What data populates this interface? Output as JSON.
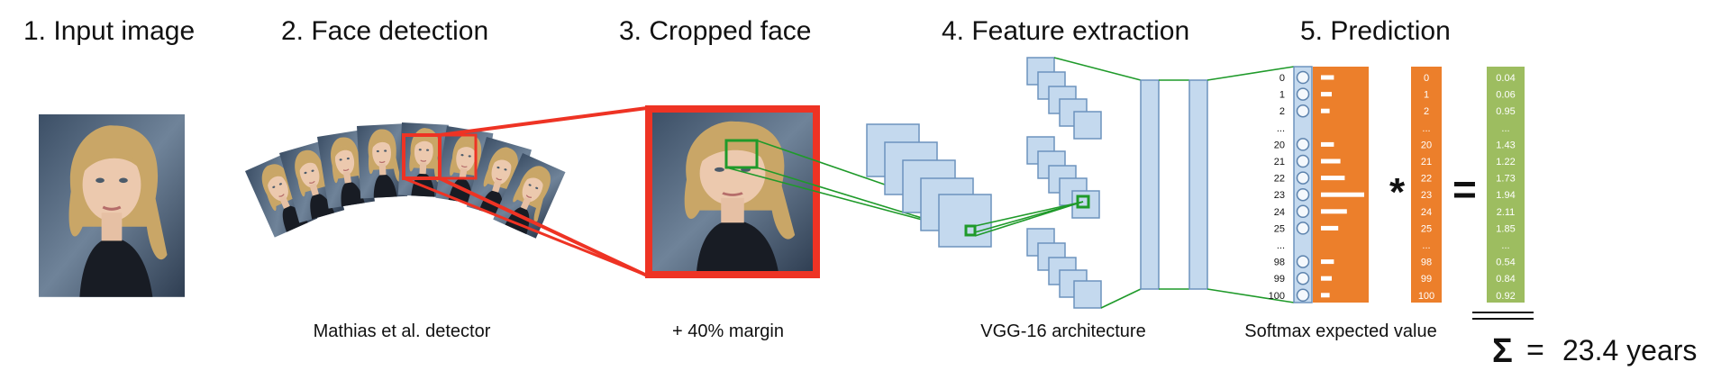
{
  "steps": [
    {
      "title": "1. Input image",
      "caption": ""
    },
    {
      "title": "2. Face detection",
      "caption": "Mathias et al. detector"
    },
    {
      "title": "3. Cropped face",
      "caption": "+ 40% margin"
    },
    {
      "title": "4. Feature extraction",
      "caption": "VGG-16 architecture"
    },
    {
      "title": "5. Prediction",
      "caption": "Softmax expected value"
    }
  ],
  "prediction": {
    "softmax_labels": [
      "0",
      "1",
      "2",
      "...",
      "20",
      "21",
      "22",
      "23",
      "24",
      "25",
      "...",
      "98",
      "99",
      "100"
    ],
    "softmax_bars": [
      0.3,
      0.25,
      0.2,
      null,
      0.3,
      0.45,
      0.55,
      1.0,
      0.6,
      0.4,
      null,
      0.3,
      0.25,
      0.2
    ],
    "age_labels": [
      "0",
      "1",
      "2",
      "...",
      "20",
      "21",
      "22",
      "23",
      "24",
      "25",
      "...",
      "98",
      "99",
      "100"
    ],
    "product_values": [
      "0.04",
      "0.06",
      "0.95",
      "...",
      "1.43",
      "1.22",
      "1.73",
      "1.94",
      "2.11",
      "1.85",
      "...",
      "0.54",
      "0.84",
      "0.92"
    ],
    "multiply_symbol": "*",
    "equals_symbol": "=",
    "sum_symbol": "Σ",
    "sum_equals": "=",
    "result": "23.4 years"
  },
  "colors": {
    "red": "#ee3324",
    "green": "#1f9a2a",
    "block_fill": "#c4d9ee",
    "block_stroke": "#6d93bd",
    "orange": "#ec7f2b",
    "olive": "#9dbd60"
  }
}
